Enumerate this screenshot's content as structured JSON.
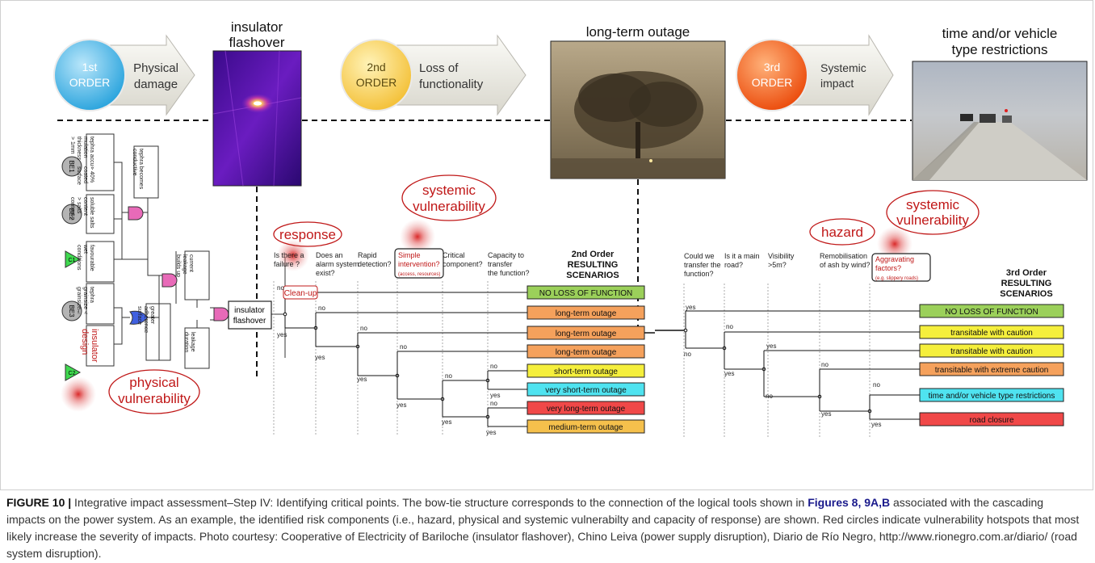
{
  "orders": [
    {
      "label1": "1st",
      "label2": "ORDER",
      "arrow1": "Physical",
      "arrow2": "damage",
      "circle_color": "#3fb3e6"
    },
    {
      "label1": "2nd",
      "label2": "ORDER",
      "arrow1": "Loss of",
      "arrow2": "functionality",
      "circle_color": "#f7d05a"
    },
    {
      "label1": "3rd",
      "label2": "ORDER",
      "arrow1": "Systemic",
      "arrow2": "impact",
      "circle_color": "#f26422"
    }
  ],
  "photos": {
    "flashover": {
      "title1": "insulator",
      "title2": "flashover"
    },
    "outage": {
      "title1": "long-term outage"
    },
    "road": {
      "title1": "time and/or vehicle",
      "title2": "type restrictions"
    }
  },
  "fault_tree": {
    "basic_events": [
      "BE1",
      "BE2",
      "BE3"
    ],
    "conditions": [
      "C1",
      "C2"
    ],
    "be1_text": [
      "tephra accu-",
      "mulation",
      "thickness",
      "> 1mm",
      "> 40%",
      "coated",
      "surface"
    ],
    "be2_text": [
      "soluble salts",
      "content",
      "> salts",
      "contentₘₗ"
    ],
    "be3_text": [
      "tephra",
      "grainsize <",
      "grainsizeₘₗ"
    ],
    "c1_text": [
      "favourable",
      "wet",
      "conditions"
    ],
    "c2_text": [
      "insulator",
      "design"
    ],
    "gate1_text": [
      "tephra becomes",
      "conductive"
    ],
    "gate2_text": [
      "greater",
      "adherence",
      "surface"
    ],
    "gate3_text": [
      "current",
      "leakage",
      "builds up"
    ],
    "leak_text": [
      "leakage",
      "duration"
    ],
    "top_event": [
      "insulator",
      "flashover"
    ]
  },
  "risk_labels": {
    "physical": [
      "physical",
      "vulnerability"
    ],
    "response": "response",
    "systemic_a": [
      "systemic",
      "vulnerability"
    ],
    "hazard": "hazard",
    "systemic_b": [
      "systemic",
      "vulnerability"
    ]
  },
  "tree2": {
    "questions": [
      [
        "Is there a",
        "failure ?"
      ],
      [
        "Does an",
        "alarm system",
        "exist?"
      ],
      [
        "Rapid",
        "detection?"
      ],
      [
        "Simple",
        "intervention?",
        "(access, resources)"
      ],
      [
        "Critical",
        "component?"
      ],
      [
        "Capacity to",
        "transfer",
        "the function?"
      ]
    ],
    "cleanup": "Clean-up",
    "title": [
      "2nd Order",
      "RESULTING",
      "SCENARIOS"
    ],
    "yes": "yes",
    "no": "no",
    "outcomes": [
      {
        "label": "NO LOSS OF FUNCTION",
        "color": "#9bd05a"
      },
      {
        "label": "long-term outage",
        "color": "#f5a15c"
      },
      {
        "label": "long-term outage",
        "color": "#f5a15c"
      },
      {
        "label": "long-term outage",
        "color": "#f5a15c"
      },
      {
        "label": "short-term outage",
        "color": "#f5ef3c"
      },
      {
        "label": "very short-term outage",
        "color": "#4fe3f0"
      },
      {
        "label": "very long-term outage",
        "color": "#f04848"
      },
      {
        "label": "medium-term outage",
        "color": "#f5c04c"
      }
    ]
  },
  "tree3": {
    "questions": [
      [
        "Could we",
        "transfer the",
        "function?"
      ],
      [
        "Is it a main",
        "road?"
      ],
      [
        "Visibility",
        ">5m?"
      ],
      [
        "Remobilisation",
        "of ash by wind?"
      ],
      [
        "Aggravating",
        "factors?",
        "(e.g. slippery roads)"
      ]
    ],
    "title": [
      "3rd Order",
      "RESULTING",
      "SCENARIOS"
    ],
    "outcomes": [
      {
        "label": "NO LOSS OF FUNCTION",
        "color": "#9bd05a"
      },
      {
        "label": "transitable with caution",
        "color": "#f5ef3c"
      },
      {
        "label": "transitable with caution",
        "color": "#f5ef3c"
      },
      {
        "label": "transitable with extreme caution",
        "color": "#f5a15c"
      },
      {
        "label": "time and/or vehicle type restrictions",
        "color": "#4fe3f0"
      },
      {
        "label": "road closure",
        "color": "#f04848"
      }
    ]
  },
  "caption": {
    "fig": "FIGURE 10 |",
    "t1": " Integrative impact assessment–Step IV: Identifying critical points. The bow-tie structure corresponds to the connection of the logical tools shown in ",
    "ref": "Figures 8, 9A,B",
    "t2": " associated with the cascading impacts on the power system. As an example, the identified risk components (i.e., hazard, physical and systemic vulnerabilty and capacity of response) are shown. Red circles indicate vulnerability hotspots that most likely increase the severity of impacts. Photo courtesy: Cooperative of Electricity of Bariloche (insulator flashover), Chino Leiva (power supply disruption), Diario de Río Negro, http://www.rionegro.com.ar/diario/ (road system disruption)."
  }
}
